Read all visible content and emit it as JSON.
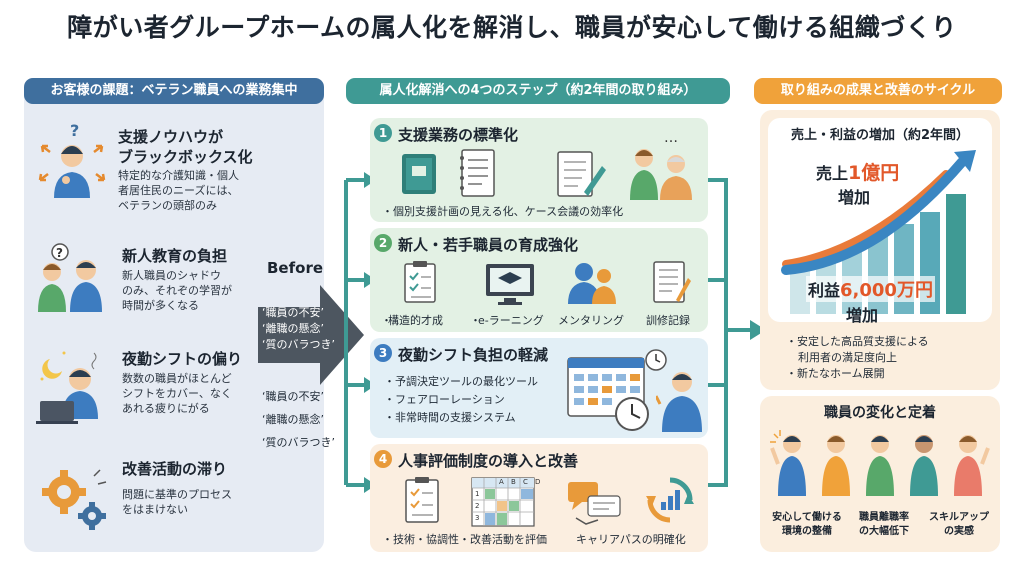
{
  "title": "障がい者グループホームの属人化を解消し、職員が安心して働ける組織づくり",
  "colors": {
    "left": "#3f6f9e",
    "middle": "#3f9a94",
    "right": "#f0a23a",
    "step_green": "#e3f1e4",
    "step_blue": "#e2eff6",
    "step_orange": "#fbeee0",
    "arrow": "#4d5660"
  },
  "left": {
    "header": "お客様の課題：ベテラン職員への業務集中",
    "issues": [
      {
        "title_l1": "支援ノウハウが",
        "title_l2": "ブラックボックス化",
        "d1": "特定的な介護知識・個人",
        "d2": "者居住民のニーズには、",
        "d3": "ベテランの頭部のみ"
      },
      {
        "title": "新人教育の負担",
        "d1": "新人職員のシャドウ",
        "d2": "のみ、それぞの学習が",
        "d3": "時間が多くなる"
      },
      {
        "title": "夜勤シフトの偏り",
        "d1": "数数の職員がほとんど",
        "d2": "シフトをカバー、なく",
        "d3": "あれる疲りにがる"
      },
      {
        "title": "改善活動の滞り",
        "d1": "問題に基準のプロセス",
        "d2": "をはまけない"
      }
    ]
  },
  "before": {
    "label": "Before",
    "arrow_lines": [
      "‘職員の不安’",
      "‘離職の懸念’",
      "‘質のバラつき’"
    ],
    "below_lines": [
      "‘職員の不安’",
      "‘離職の懸念’",
      "‘質のバラつき’"
    ]
  },
  "middle": {
    "header": "属人化解消への4つのステップ（約2年間の取り組み）",
    "steps": [
      {
        "num": "1",
        "title": "支援業務の標準化",
        "bullets": [
          "・個別支援計画の見える化、ケース会議の効率化"
        ],
        "dots": "…"
      },
      {
        "num": "2",
        "title": "新人・若手職員の育成強化",
        "items": [
          "構造的才成",
          "e-ラーニング",
          "メンタリング",
          "訓修記録"
        ]
      },
      {
        "num": "3",
        "title": "夜勤シフト負担の軽減",
        "bullets": [
          "・予調決定ツールの最化ツール",
          "・フェアローレーション",
          "・非常時間の支援システム"
        ]
      },
      {
        "num": "4",
        "title": "人事評価制度の導入と改善",
        "bullets": [
          "・技術・協調性・改善活動を評価",
          "キャリアパスの明確化"
        ],
        "grid_head": [
          "A",
          "B",
          "C",
          "D"
        ],
        "grid_rows": [
          "1",
          "2",
          "3"
        ]
      }
    ]
  },
  "right": {
    "header": "取り組みの成果と改善のサイクル",
    "chart": {
      "title": "売上・利益の増加（約2年間）",
      "sales_l1": "売上",
      "sales_num": "1億円",
      "sales_l2": "増加",
      "profit_l1": "利益",
      "profit_num": "6,000万円",
      "profit_l2": "増加"
    },
    "results": [
      "・安定した高品質支援による",
      "利用者の満足度向上",
      "・新たなホーム展開"
    ],
    "staff": {
      "title": "職員の変化と定着",
      "captions": [
        {
          "l1": "安心して働ける",
          "l2": "環境の整備"
        },
        {
          "l1": "職員離職率",
          "l2": "の大幅低下"
        },
        {
          "l1": "スキルアップ",
          "l2": "の実感"
        }
      ]
    }
  }
}
